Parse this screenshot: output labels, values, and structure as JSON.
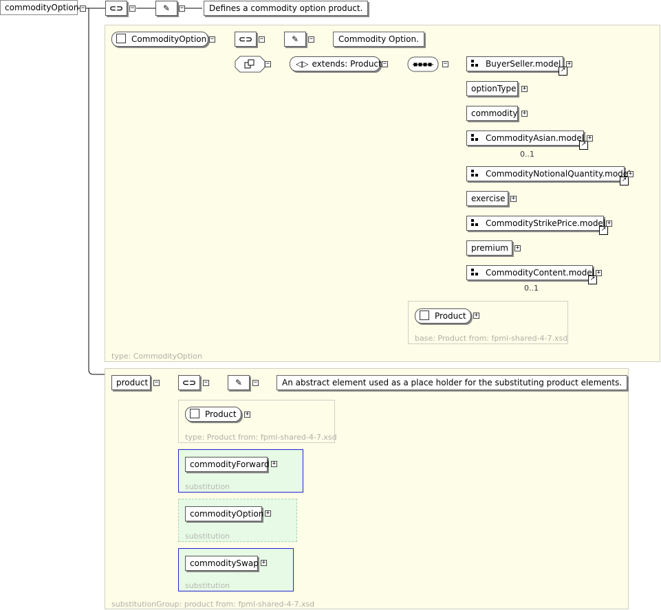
{
  "root": {
    "name": "commodityOption",
    "documentation": "Defines a commodity option product.",
    "type_caption": "type: CommodityOption"
  },
  "complex_type": {
    "name": "CommodityOption",
    "documentation": "Commodity Option.",
    "extends_label": "extends: Product",
    "sequence_children": [
      {
        "label": "BuyerSeller.model",
        "kind": "group",
        "occurs": ""
      },
      {
        "label": "optionType",
        "kind": "element",
        "occurs": ""
      },
      {
        "label": "commodity",
        "kind": "element",
        "occurs": ""
      },
      {
        "label": "CommodityAsian.model",
        "kind": "group",
        "occurs": "0..1"
      },
      {
        "label": "CommodityNotionalQuantity.model",
        "kind": "group",
        "occurs": ""
      },
      {
        "label": "exercise",
        "kind": "element",
        "occurs": ""
      },
      {
        "label": "CommodityStrikePrice.model",
        "kind": "group",
        "occurs": ""
      },
      {
        "label": "premium",
        "kind": "element",
        "occurs": ""
      },
      {
        "label": "CommodityContent.model",
        "kind": "group",
        "occurs": "0..1"
      }
    ],
    "base": {
      "name": "Product",
      "caption": "base: Product from: fpml-shared-4-7.xsd"
    }
  },
  "product": {
    "name": "product",
    "documentation": "An abstract element used as a place holder for the substituting product elements.",
    "type": {
      "name": "Product",
      "caption": "type: Product from: fpml-shared-4-7.xsd"
    },
    "substitutions": [
      {
        "name": "commodityForward",
        "caption": "substitution"
      },
      {
        "name": "commodityOption",
        "caption": "substitution"
      },
      {
        "name": "commoditySwap",
        "caption": "substitution"
      }
    ],
    "group_caption": "substitutionGroup: product from: fpml-shared-4-7.xsd"
  },
  "symbols": {
    "collapse": "−",
    "expand": "+",
    "link_arrow": "↗"
  },
  "colors": {
    "panel_bg": "#fdfde8",
    "substitution_bg": "#e6fae6",
    "substitution_border": "#2222cc"
  }
}
